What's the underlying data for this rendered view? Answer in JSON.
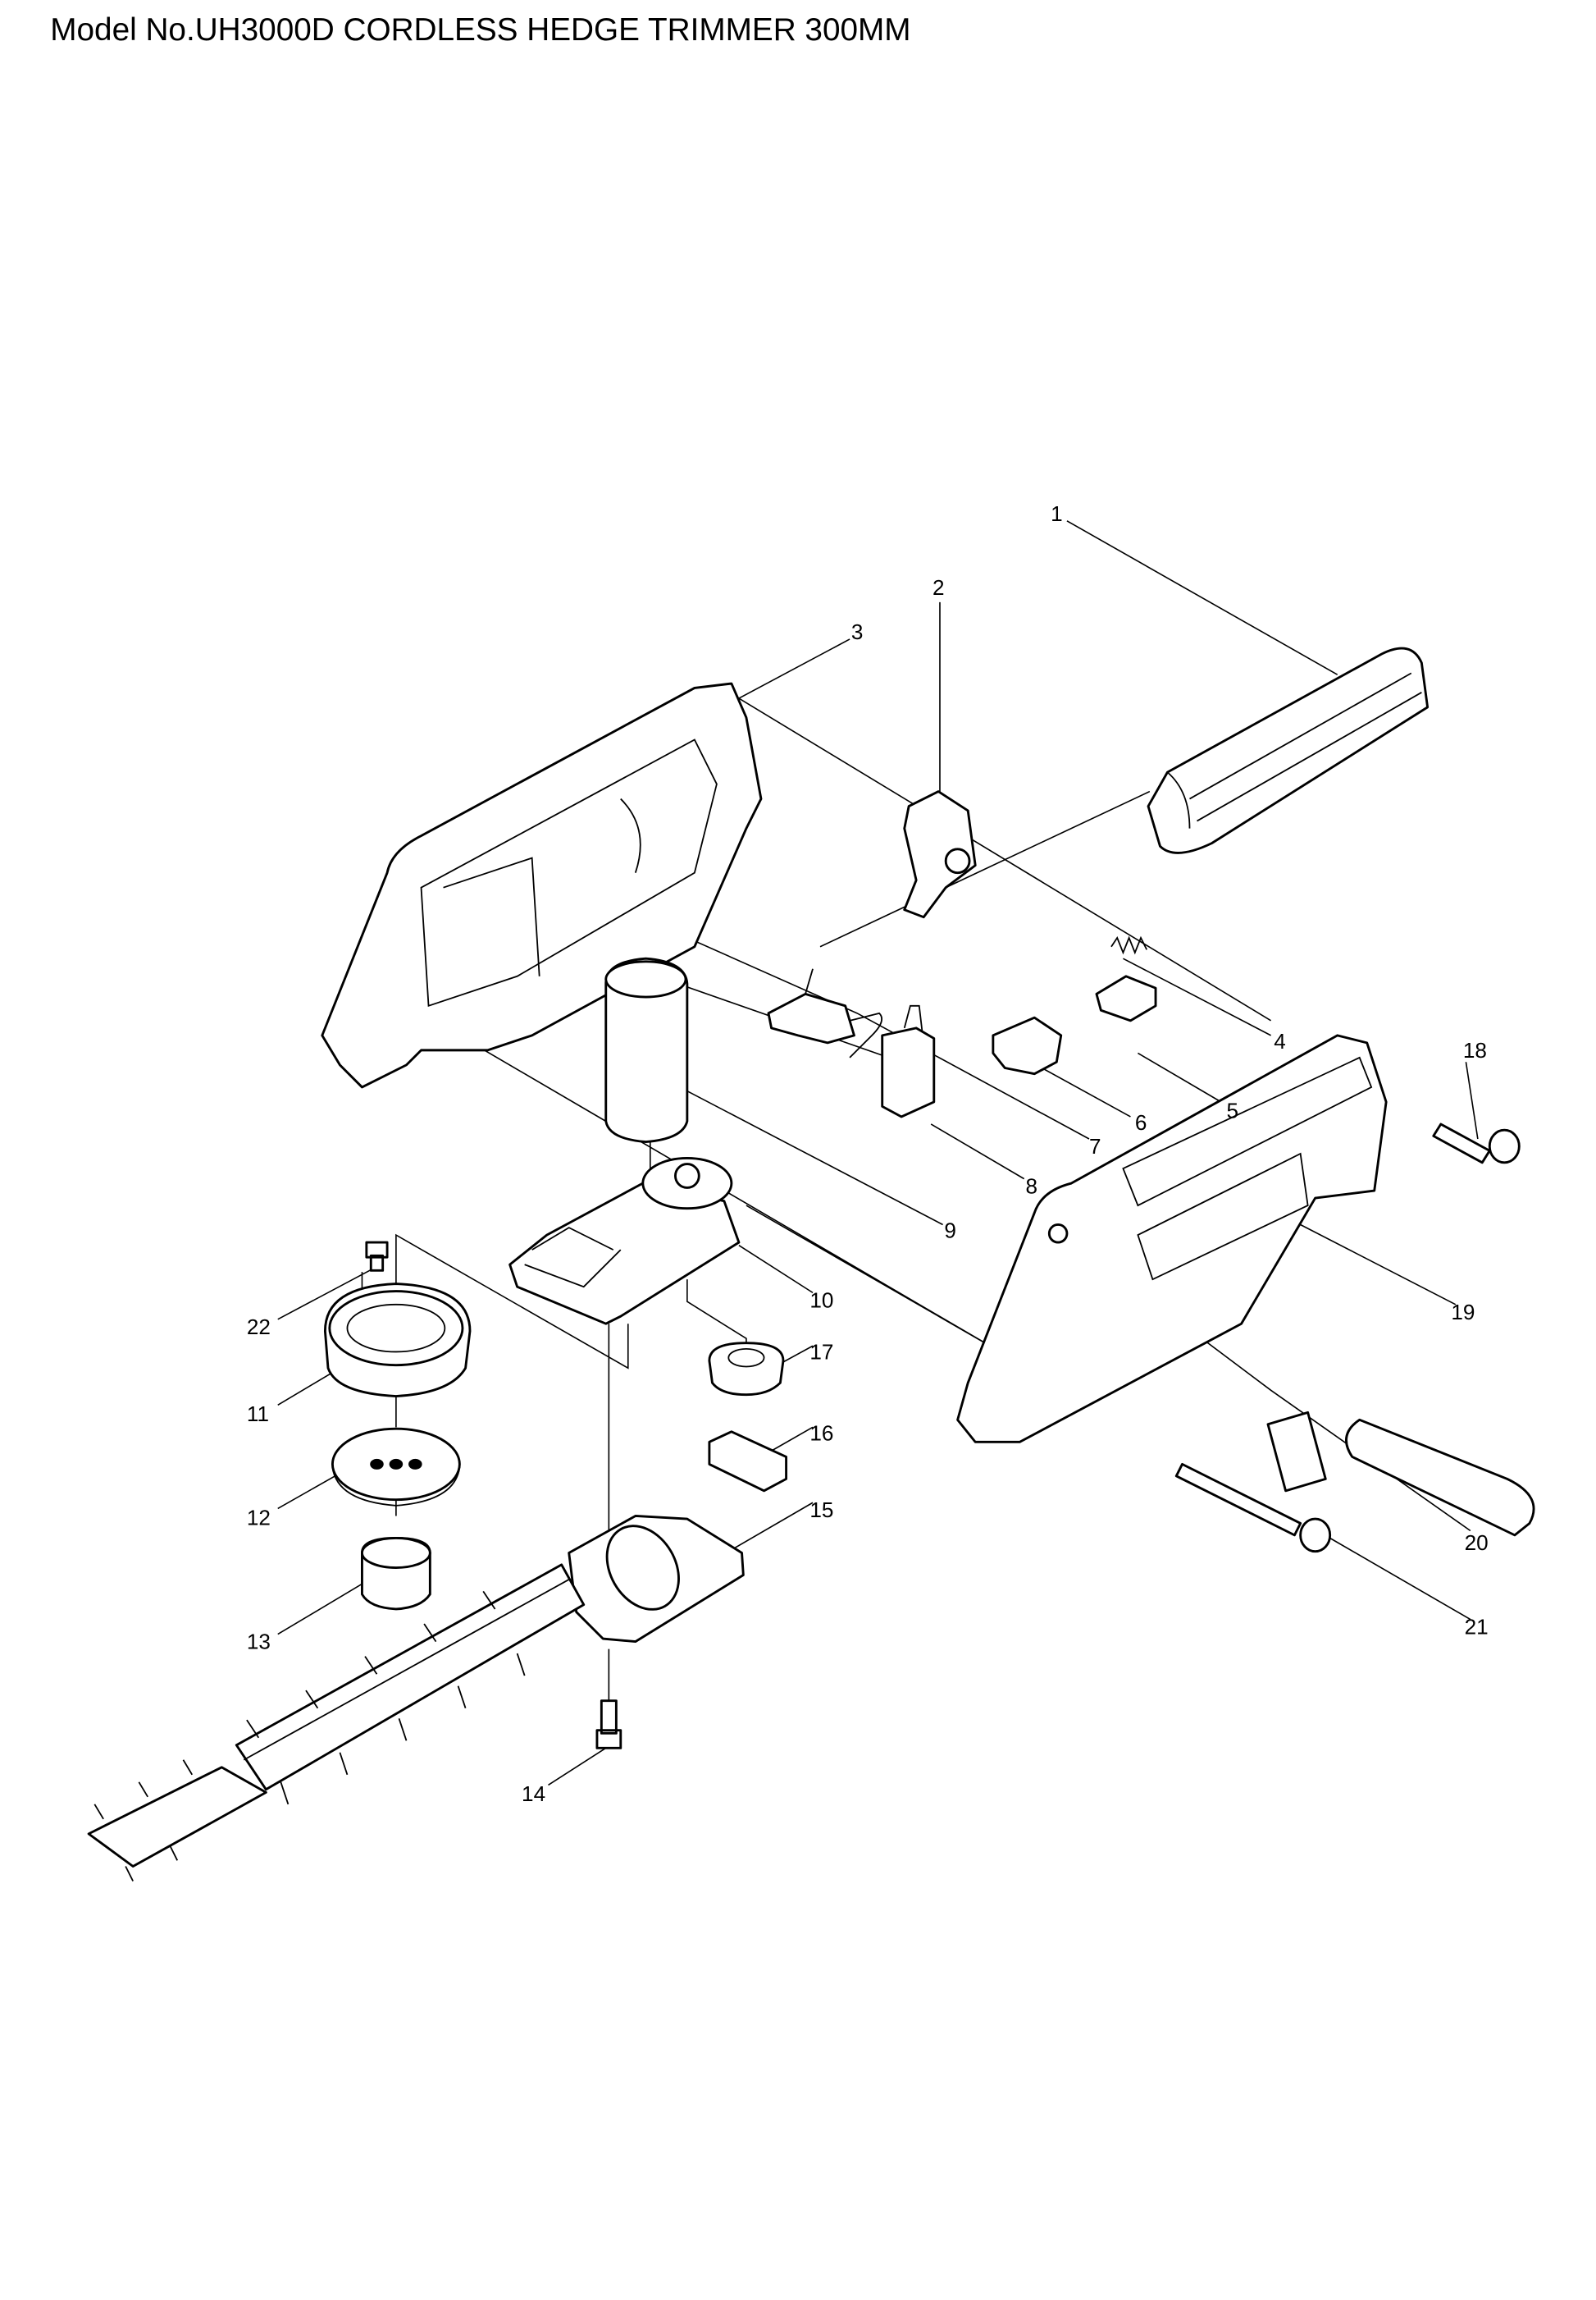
{
  "title": "Model No.UH3000D CORDLESS HEDGE TRIMMER 300MM",
  "labels": {
    "p1": "1",
    "p2": "2",
    "p3": "3",
    "p4": "4",
    "p5": "5",
    "p6": "6",
    "p7": "7",
    "p8": "8",
    "p9": "9",
    "p10": "10",
    "p11": "11",
    "p12": "12",
    "p13": "13",
    "p14": "14",
    "p15": "15",
    "p16": "16",
    "p17": "17",
    "p18": "18",
    "p19": "19",
    "p20": "20",
    "p21": "21",
    "p22": "22"
  }
}
